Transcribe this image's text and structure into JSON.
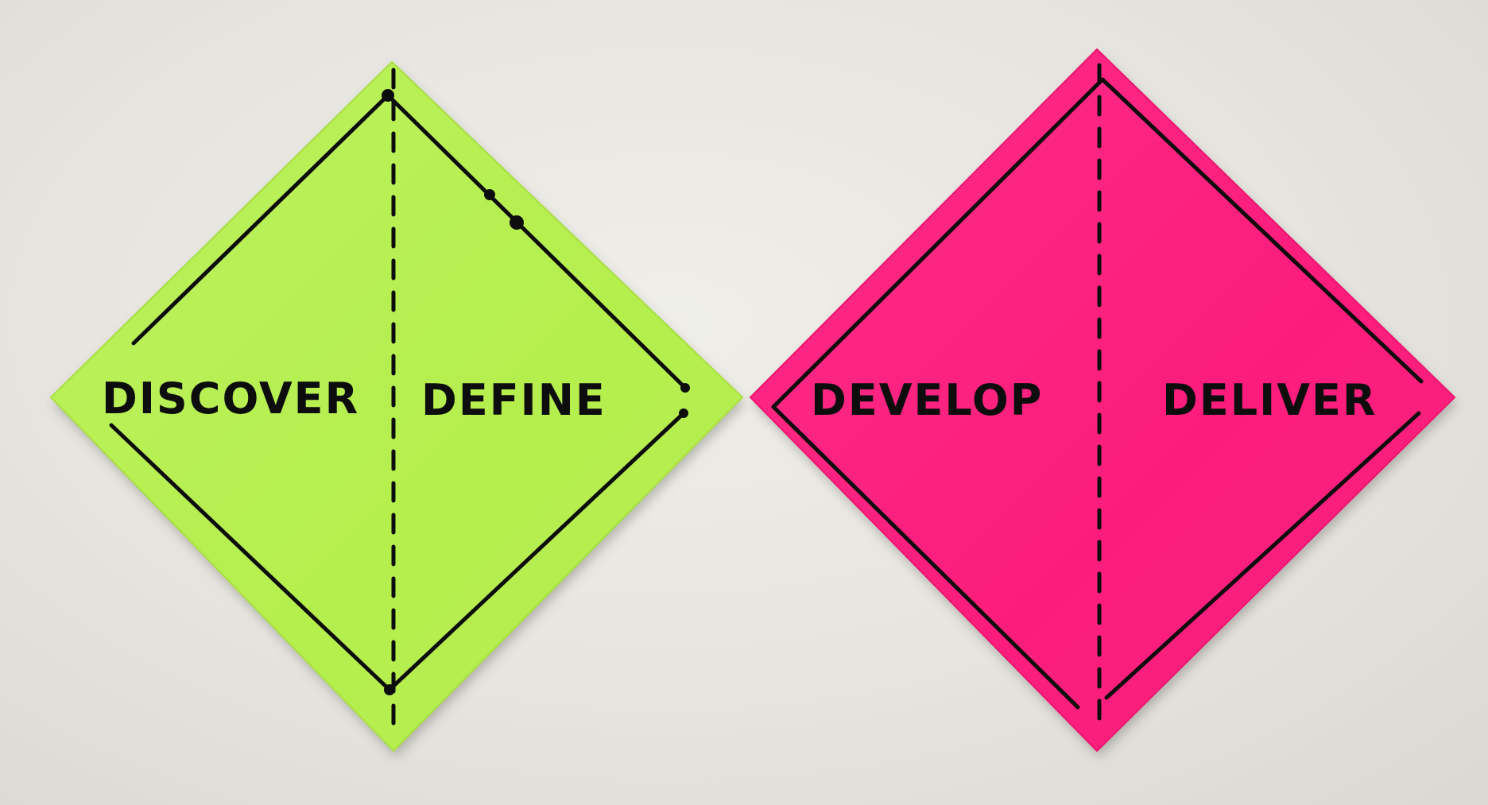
{
  "notes": [
    {
      "id": "green",
      "color": "#b5ef4e",
      "edge_color": "#a7e03f",
      "left_label": "DISCOVER",
      "right_label": "DEFINE"
    },
    {
      "id": "pink",
      "color": "#fc1f7b",
      "edge_color": "#ee1470",
      "left_label": "DEVELOP",
      "right_label": "DELIVER"
    }
  ]
}
